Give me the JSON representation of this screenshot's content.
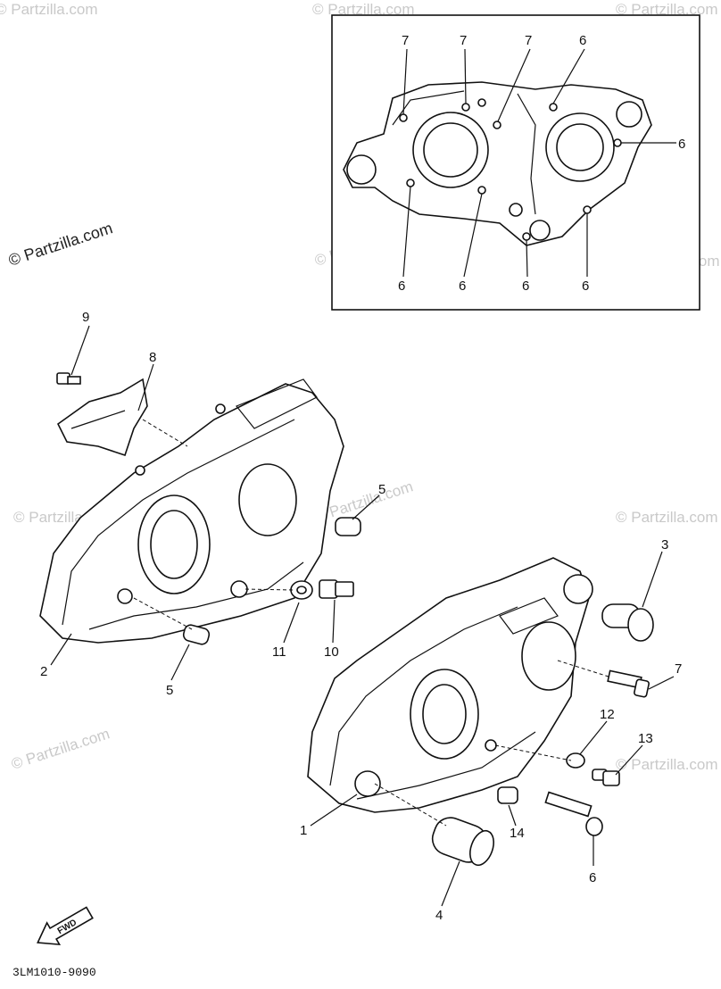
{
  "watermarks": [
    "© Partzilla.com",
    "© Partzilla.com",
    "© Partzilla.com",
    "© Partzilla.com",
    "© Partzilla.com",
    "© Partzilla.com",
    "© Partzilla.com",
    "© Partzilla.com",
    "© Partzilla.com"
  ],
  "diagram_code": "3LM1010-9090",
  "fwd_label": "FWD",
  "inset": {
    "labels": [
      "7",
      "7",
      "7",
      "6",
      "6",
      "6",
      "6",
      "6",
      "6"
    ]
  },
  "callouts": {
    "c1": "1",
    "c2": "2",
    "c3": "3",
    "c4": "4",
    "c5a": "5",
    "c5b": "5",
    "c6": "6",
    "c7": "7",
    "c8": "8",
    "c9": "9",
    "c10": "10",
    "c11": "11",
    "c12": "12",
    "c13": "13",
    "c14": "14"
  }
}
